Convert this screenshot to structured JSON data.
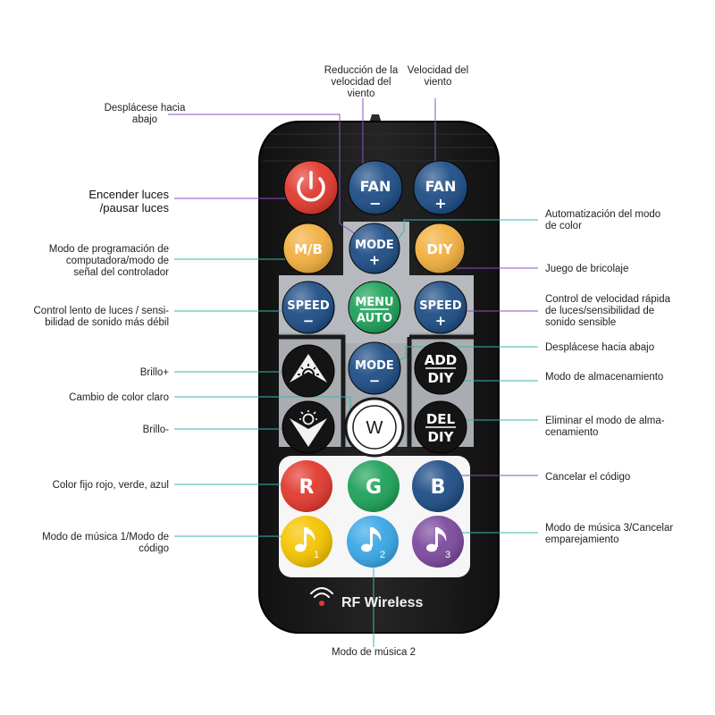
{
  "colors": {
    "remote_body": "#1b1b1b",
    "panel_gray": "#a9adb1",
    "panel_white": "#f6f6f6",
    "navy": "#1f4e86",
    "orange": "#f2b040",
    "red": "#e23a2f",
    "green": "#1fa25a",
    "cyan": "#3aa7e6",
    "purple": "#7c4a9e",
    "yellow": "#f5c400",
    "leader_teal": "#3bb6ad",
    "leader_purple": "#8a4fc5"
  },
  "buttons": {
    "power": {
      "icon": "power-icon"
    },
    "fan_minus": {
      "line1": "FAN",
      "line2": "−"
    },
    "fan_plus": {
      "line1": "FAN",
      "line2": "+"
    },
    "mb": {
      "line1": "M/B"
    },
    "mode_plus": {
      "line1": "MODE",
      "line2": "+"
    },
    "diy": {
      "line1": "DIY"
    },
    "speed_minus": {
      "line1": "SPEED",
      "line2": "−"
    },
    "menu_auto": {
      "line1": "MENU",
      "line2": "AUTO"
    },
    "speed_plus": {
      "line1": "SPEED",
      "line2": "+"
    },
    "brightness_up": {
      "icon": "brightness-up-icon"
    },
    "mode_minus": {
      "line1": "MODE",
      "line2": "−"
    },
    "add_diy": {
      "line1": "ADD",
      "line2": "DIY"
    },
    "brightness_down": {
      "icon": "brightness-down-icon"
    },
    "w": {
      "line1": "W"
    },
    "del_diy": {
      "line1": "DEL",
      "line2": "DIY"
    },
    "r": {
      "line1": "R"
    },
    "g": {
      "line1": "G"
    },
    "b": {
      "line1": "B"
    },
    "music1": {
      "icon": "music-note-icon",
      "sub": "1"
    },
    "music2": {
      "icon": "music-note-icon",
      "sub": "2"
    },
    "music3": {
      "icon": "music-note-icon",
      "sub": "3"
    }
  },
  "brand": {
    "text": "RF Wireless",
    "icon": "wireless-icon"
  },
  "callouts": {
    "top_reduce": [
      "Reducción de la",
      "velocidad del",
      "viento"
    ],
    "top_speed": [
      "Velocidad del",
      "viento"
    ],
    "scroll_down_top": [
      "Desplácese hacia",
      "abajo"
    ],
    "power_on": [
      "Encender luces",
      "/pausar luces"
    ],
    "program_mode": [
      "Modo de programación de",
      "computadora/modo de",
      "señal del controlador"
    ],
    "slow_speed": [
      "Control lento de luces / sensi-",
      "bilidad de sonido más débil"
    ],
    "brightness_plus": [
      "Brillo+"
    ],
    "light_color_change": [
      "Cambio de color claro"
    ],
    "brightness_minus": [
      "Brillo-"
    ],
    "fixed_color": [
      "Color fijo rojo, verde, azul"
    ],
    "music1_mode": [
      "Modo de música 1/Modo de",
      "código"
    ],
    "auto_color": [
      "Automatización del modo",
      "de color"
    ],
    "diy_game": [
      "Juego de bricolaje"
    ],
    "fast_speed": [
      "Control de velocidad rápida",
      "de luces/sensibilidad de",
      "sonido sensible"
    ],
    "scroll_down_right": [
      "Desplácese hacia abajo"
    ],
    "storage_mode": [
      "Modo de almacenamiento"
    ],
    "delete_storage": [
      "Eliminar el modo de alma-",
      "cenamiento"
    ],
    "cancel_code": [
      "Cancelar el código"
    ],
    "music3_mode": [
      "Modo de música 3/Cancelar",
      "emparejamiento"
    ],
    "music2_mode": [
      "Modo de música 2"
    ]
  }
}
